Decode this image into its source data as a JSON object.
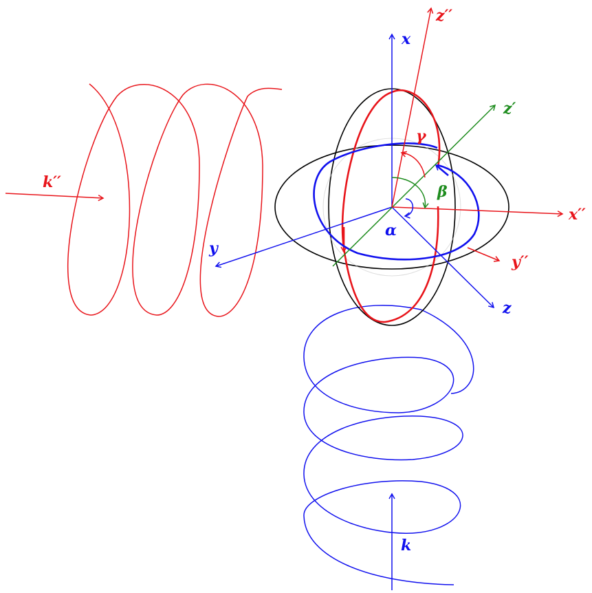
{
  "colors": {
    "red": "#e8141a",
    "blue": "#1010ee",
    "green": "#1e8c1e",
    "black": "#000000"
  },
  "labels": {
    "x": "x",
    "y": "y",
    "z": "z",
    "x_dd": "x′′",
    "y_dd": "y′′",
    "z_dd": "z′′",
    "z_p": "z′",
    "k": "k",
    "k_dd": "k′′",
    "alpha": "α",
    "beta": "β",
    "gamma": "γ"
  }
}
